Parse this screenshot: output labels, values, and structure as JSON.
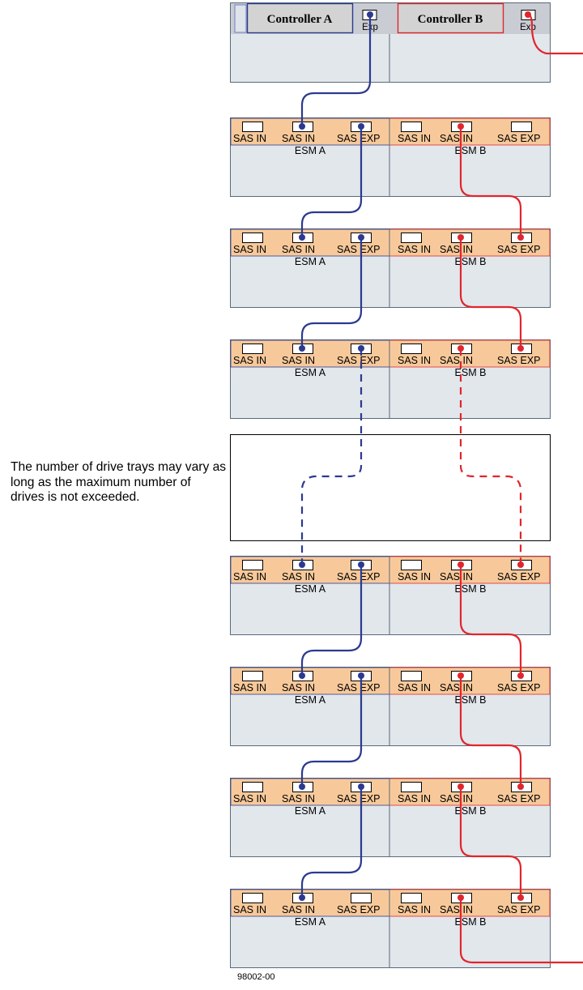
{
  "controller_enclosure": {
    "controller_a_label": "Controller A",
    "controller_b_label": "Controller B",
    "exp_port_label": "Exp"
  },
  "drive_tray": {
    "port_labels": [
      "SAS IN",
      "SAS IN",
      "SAS EXP"
    ],
    "esm_a_label": "ESM A",
    "esm_b_label": "ESM B"
  },
  "trays": [
    {
      "position": "upper"
    },
    {
      "position": "upper"
    },
    {
      "position": "upper"
    },
    {
      "position": "lower"
    },
    {
      "position": "lower"
    },
    {
      "position": "lower"
    },
    {
      "position": "lower"
    }
  ],
  "note": "The number of drive trays may vary as long as the maximum number of drives is not exceeded.",
  "figure_id": "98002-00",
  "colors": {
    "path_a": "#2b3a8f",
    "path_b": "#e0262d",
    "esm_band": "#f7c99a",
    "chassis": "#e2e7ec",
    "controller_fill": "#d3d3d3"
  }
}
